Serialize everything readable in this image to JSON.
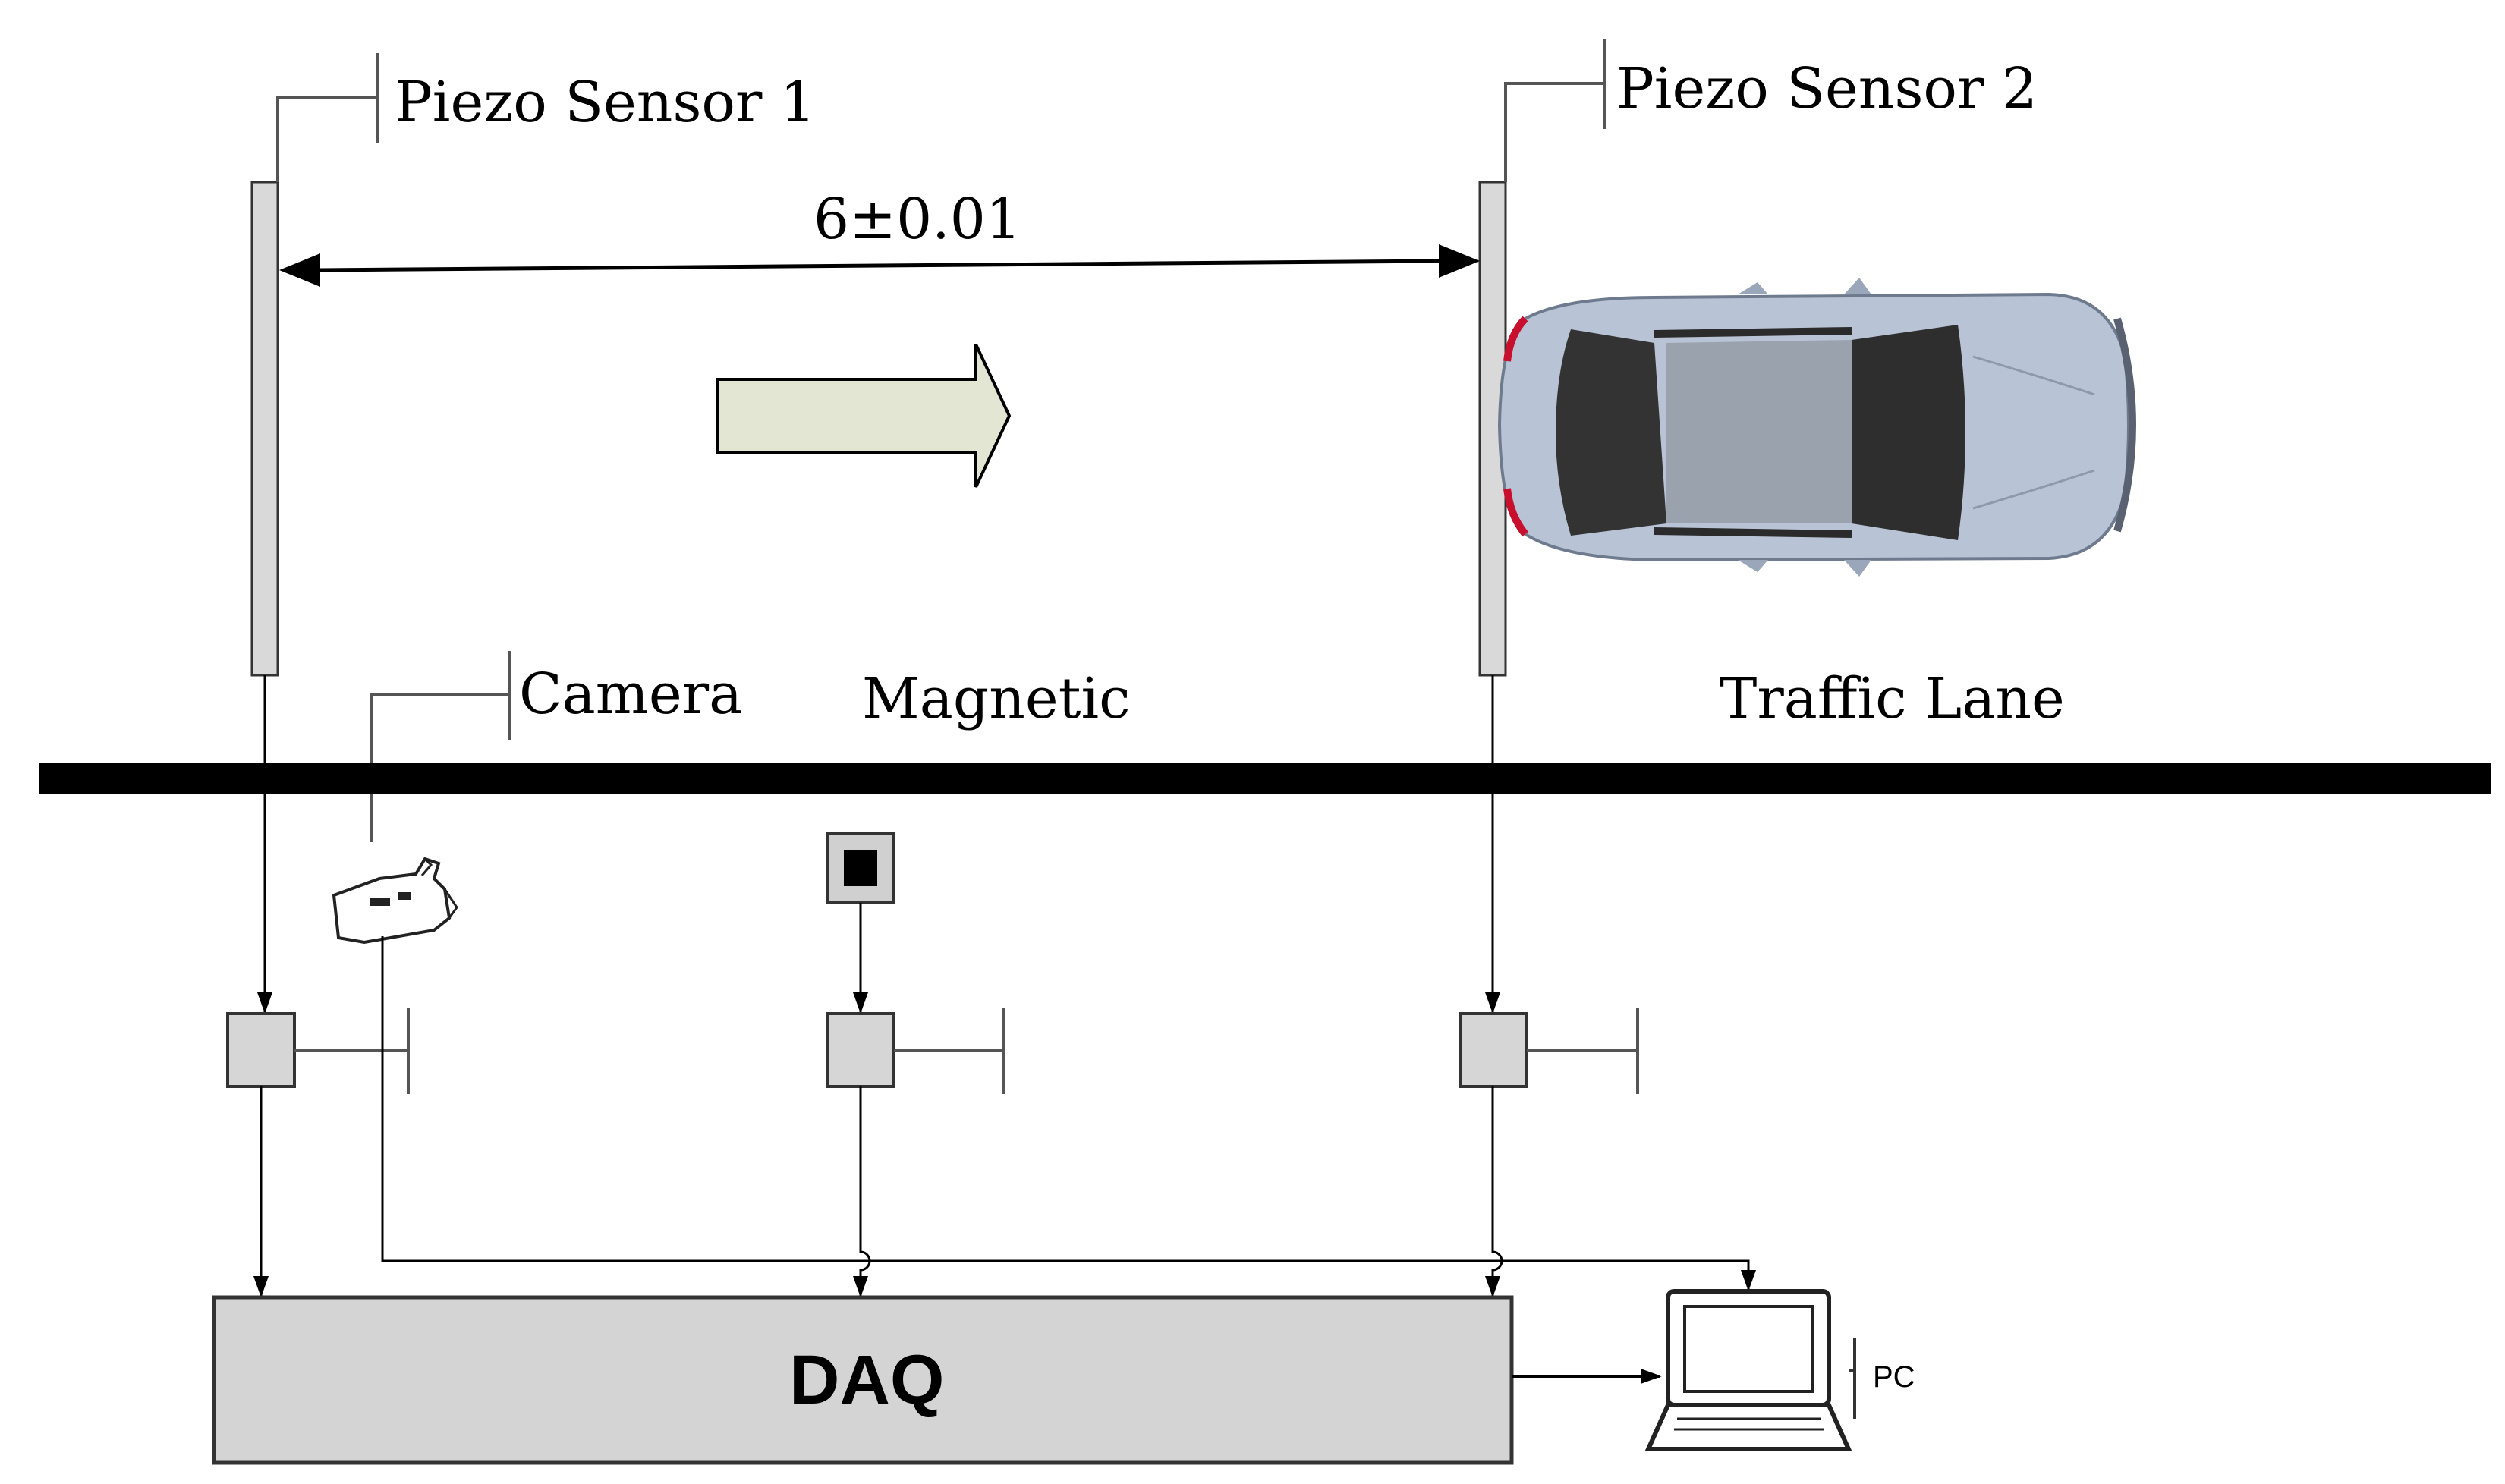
{
  "labels": {
    "piezo_sensor_1": "Piezo Sensor 1",
    "piezo_sensor_2": "Piezo Sensor 2",
    "distance": "6±0.01",
    "camera": "Camera",
    "magnetic": "Magnetic",
    "traffic_lane": "Traffic Lane",
    "daq": "DAQ",
    "pc": "PC"
  },
  "colors": {
    "sensor_strip": "#d9d9d9",
    "block_fill": "#d6d6d6",
    "daq_fill": "#d4d4d4",
    "arrow_fill": "#e2e6d3",
    "car_body": "#b8c3d6",
    "car_glass": "#3a3a3a",
    "car_roof": "#9aa2ae",
    "car_lights": "#c8102e",
    "road_line": "#000000"
  },
  "icons": [
    "camera-icon",
    "magnetic-sensor-icon",
    "laptop-icon",
    "car-icon",
    "direction-arrow-icon"
  ]
}
